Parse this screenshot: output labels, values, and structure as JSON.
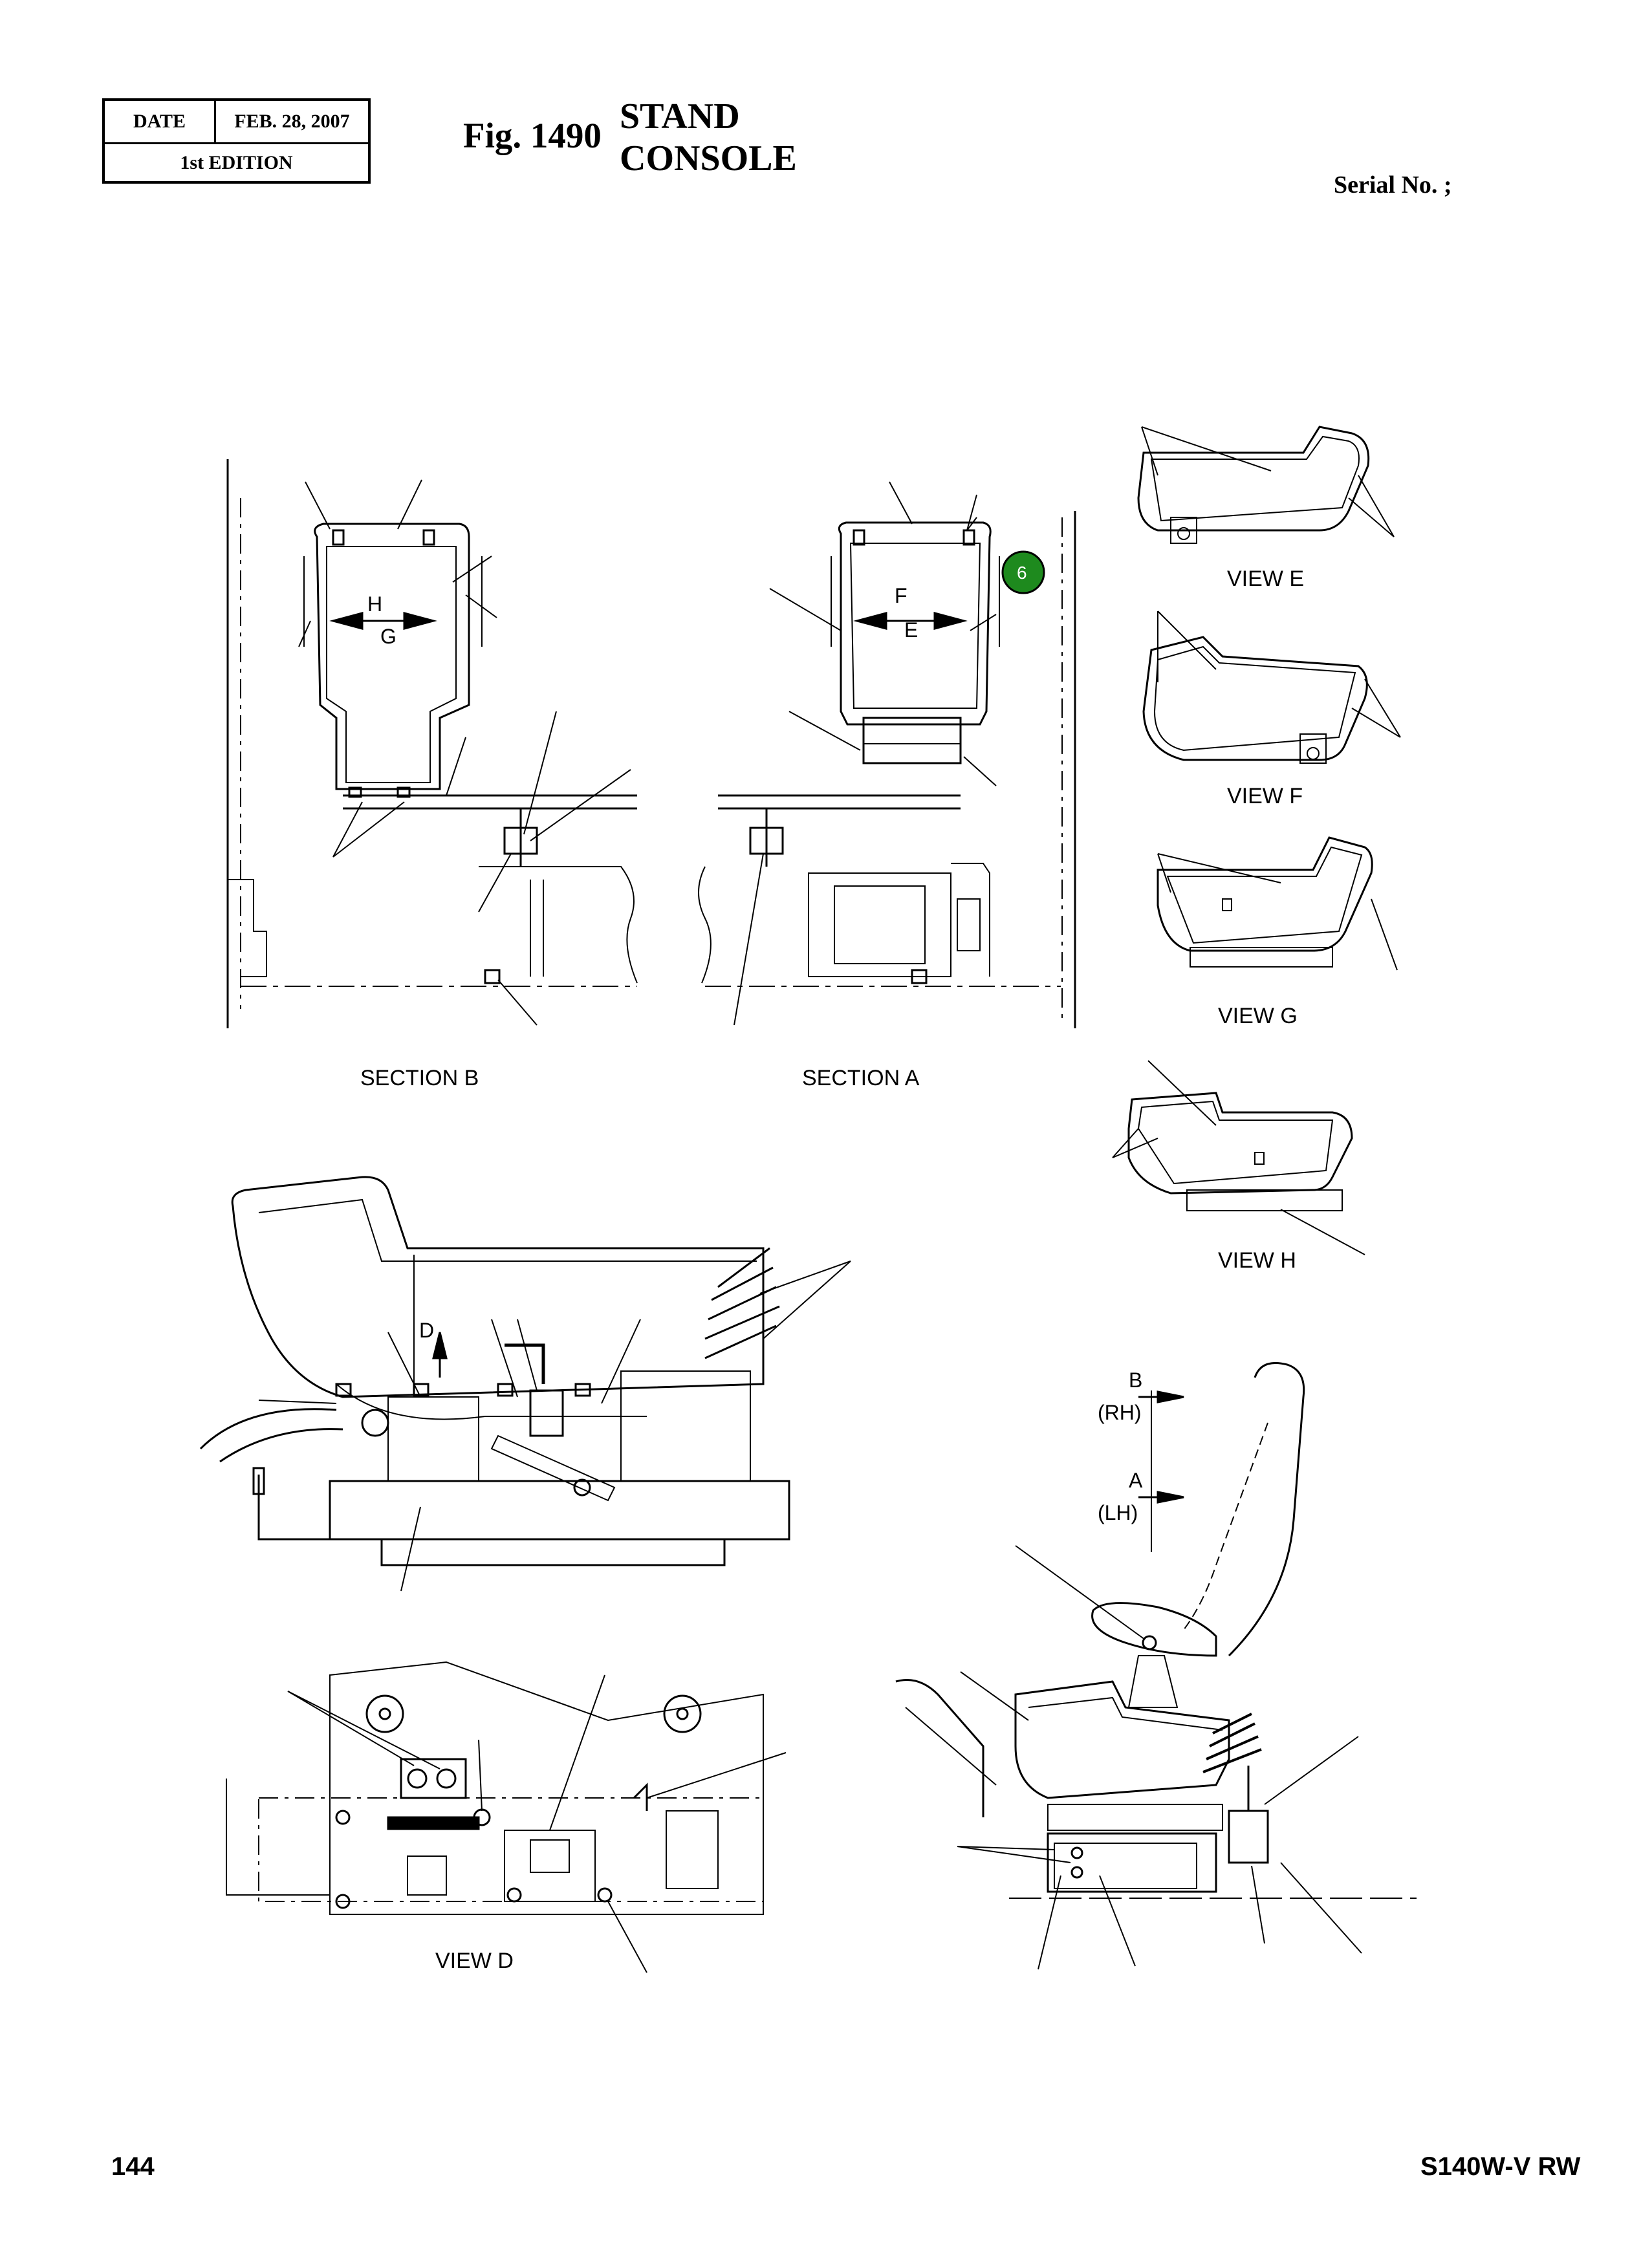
{
  "header": {
    "date_label": "DATE",
    "date_value": "FEB. 28, 2007",
    "edition": "1st EDITION",
    "fig_number": "Fig. 1490",
    "title_line1": "STAND",
    "title_line2": "CONSOLE",
    "serial": "Serial No. ;"
  },
  "views": {
    "section_b": "SECTION  B",
    "section_a": "SECTION  A",
    "view_e": "VIEW  E",
    "view_f": "VIEW  F",
    "view_g": "VIEW  G",
    "view_h": "VIEW  H",
    "view_d": "VIEW  D"
  },
  "markers": {
    "h": "H",
    "g": "G",
    "f": "F",
    "e": "E",
    "d": "D",
    "b": "B",
    "rh": "(RH)",
    "a": "A",
    "lh": "(LH)"
  },
  "callout": {
    "number": "6",
    "color": "#1e8a1e"
  },
  "footer": {
    "page": "144",
    "model": "S140W-V RW"
  }
}
